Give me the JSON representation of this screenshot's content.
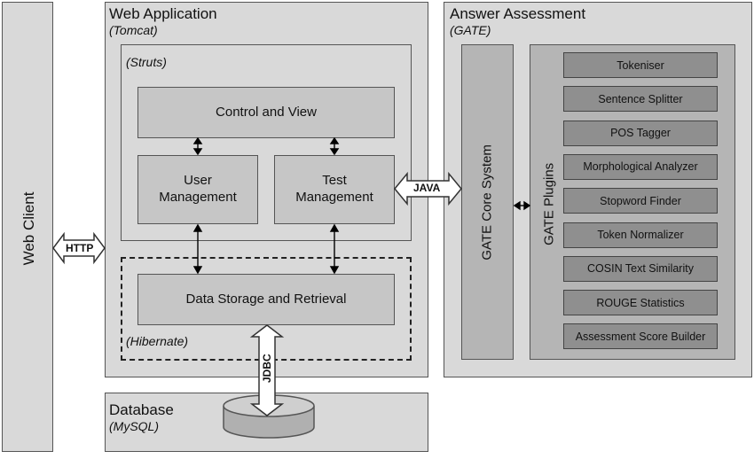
{
  "web_client": {
    "label": "Web Client"
  },
  "web_app": {
    "title": "Web Application",
    "subtitle": "(Tomcat)",
    "struts": "(Struts)",
    "hibernate": "(Hibernate)"
  },
  "components": {
    "control_view": "Control and View",
    "user_mgmt_1": "User",
    "user_mgmt_2": "Management",
    "test_mgmt_1": "Test",
    "test_mgmt_2": "Management",
    "data_storage": "Data Storage and Retrieval"
  },
  "database": {
    "title": "Database",
    "subtitle": "(MySQL)"
  },
  "assessment": {
    "title": "Answer Assessment",
    "subtitle": "(GATE)",
    "core": "GATE Core System",
    "plugins_label": "GATE Plugins",
    "plugins": [
      "Tokeniser",
      "Sentence Splitter",
      "POS Tagger",
      "Morphological Analyzer",
      "Stopword Finder",
      "Token Normalizer",
      "COSIN Text Similarity",
      "ROUGE Statistics",
      "Assessment Score Builder"
    ]
  },
  "arrows": {
    "http": "HTTP",
    "java": "JAVA",
    "jdbc": "JDBC"
  }
}
